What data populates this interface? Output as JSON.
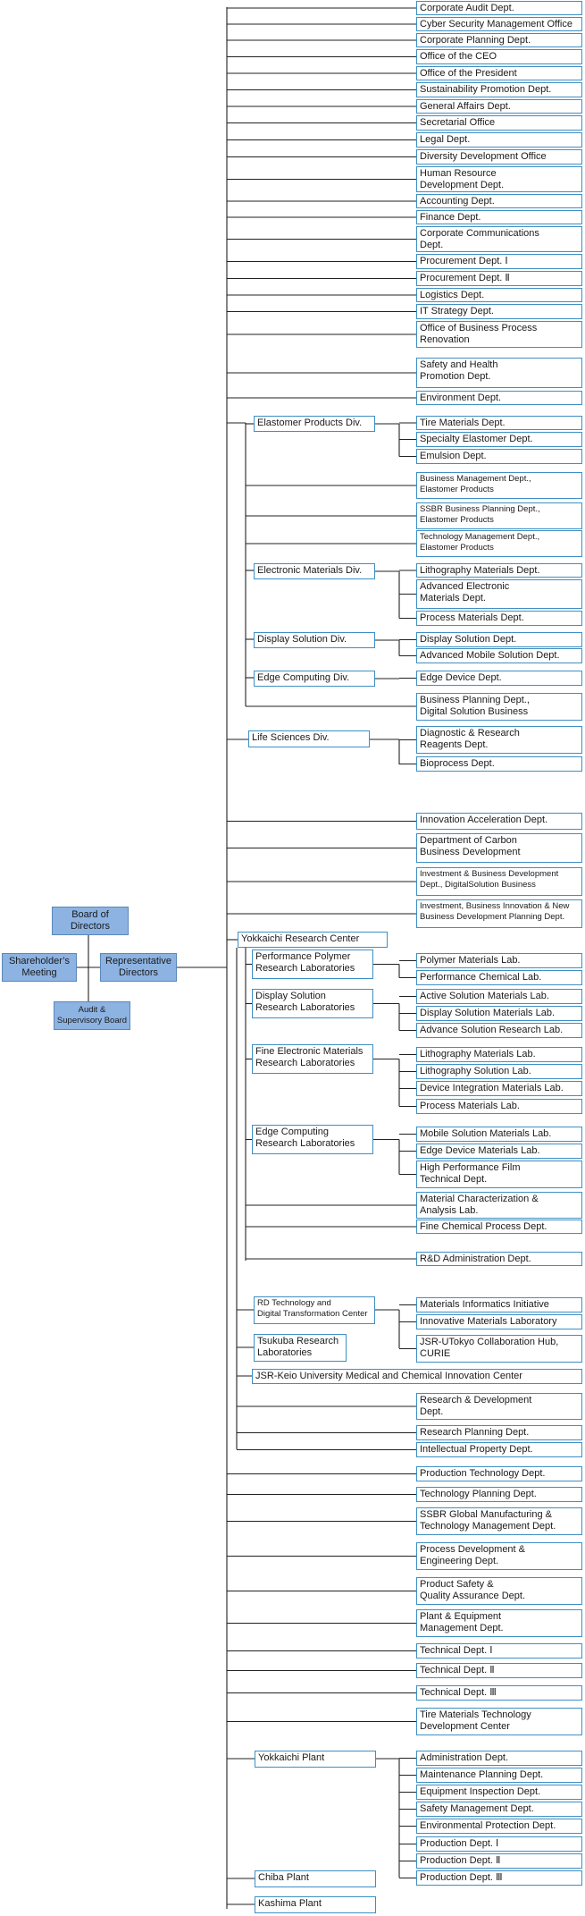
{
  "top_level": {
    "shareholders": "Shareholder’s\nMeeting",
    "board": "Board of\nDirectors",
    "representative": "Representative\nDirectors",
    "audit": "Audit &\nSupervisory Board"
  },
  "corporate": [
    "Corporate Audit Dept.",
    "Cyber Security Management Office",
    "Corporate Planning Dept.",
    "Office of the CEO",
    "Office of the President",
    "Sustainability Promotion Dept.",
    "General Affairs Dept.",
    "Secretarial Office",
    "Legal Dept.",
    "Diversity Development Office",
    "Human Resource\nDevelopment Dept.",
    "Accounting Dept.",
    "Finance Dept.",
    "Corporate Communications\nDept.",
    "Procurement Dept. Ⅰ",
    "Procurement Dept. Ⅱ",
    "Logistics Dept.",
    "IT Strategy Dept.",
    "Office of Business Process\nRenovation",
    "Safety and Health\nPromotion Dept.",
    "Environment Dept."
  ],
  "business": {
    "elastomer": {
      "name": "Elastomer Products Div.",
      "depts": [
        "Tire Materials Dept.",
        "Specialty Elastomer Dept.",
        "Emulsion Dept."
      ],
      "mgmt": [
        "Business Management Dept.,\nElastomer Products",
        "SSBR Business Planning Dept.,\nElastomer Products",
        "Technology Management Dept.,\nElastomer Products"
      ]
    },
    "electronic": {
      "name": "Electronic Materials Div.",
      "depts": [
        "Lithography Materials Dept.",
        "Advanced Electronic\nMaterials Dept.",
        "Process Materials Dept."
      ]
    },
    "display": {
      "name": "Display Solution Div.",
      "depts": [
        "Display Solution Dept.",
        "Advanced Mobile Solution Dept."
      ]
    },
    "edge": {
      "name": "Edge Computing Div.",
      "depts": [
        "Edge Device Dept."
      ]
    },
    "digital_planning": "Business Planning Dept.,\nDigital Solution Business",
    "life": {
      "name": "Life Sciences Div.",
      "depts": [
        "Diagnostic & Research\nReagents Dept.",
        "Bioprocess Dept."
      ]
    }
  },
  "innovation": [
    "Innovation Acceleration Dept.",
    "Department of Carbon\nBusiness Development",
    "Investment & Business Development\nDept., DigitalSolution Business",
    "Investment, Business Innovation & New\nBusiness Development Planning Dept."
  ],
  "research": {
    "center": "Yokkaichi Research Center",
    "polymer": {
      "name": "Performance Polymer\nResearch Laboratories",
      "labs": [
        "Polymer Materials Lab.",
        "Performance Chemical Lab."
      ]
    },
    "display": {
      "name": "Display Solution\nResearch Laboratories",
      "labs": [
        "Active Solution Materials Lab.",
        "Display Solution Materials Lab.",
        "Advance Solution Research Lab."
      ]
    },
    "fine": {
      "name": "Fine Electronic Materials\nResearch Laboratories",
      "labs": [
        "Lithography Materials Lab.",
        "Lithography Solution Lab.",
        "Device Integration Materials Lab.",
        "Process Materials Lab."
      ]
    },
    "edge": {
      "name": "Edge Computing\nResearch Laboratories",
      "labs": [
        "Mobile Solution Materials Lab.",
        "Edge Device Materials Lab.",
        "High Performance Film\nTechnical Dept."
      ]
    },
    "center_depts": [
      "Material Characterization &\nAnalysis Lab.",
      "Fine Chemical Process Dept.",
      "R&D Administration Dept."
    ],
    "rdtech": {
      "name": "RD Technology and\nDigital Transformation Center",
      "units": [
        "Materials Informatics Initiative",
        "Innovative Materials Laboratory",
        "JSR-UTokyo Collaboration Hub,\nCURIE"
      ]
    },
    "tsukuba": "Tsukuba Research\nLaboratories",
    "keio": "JSR-Keio University Medical and Chemical Innovation Center",
    "other": [
      "Research & Development\nDept.",
      "Research Planning Dept.",
      "Intellectual Property Dept."
    ]
  },
  "production": [
    "Production Technology Dept.",
    "Technology Planning Dept.",
    "SSBR Global Manufacturing &\nTechnology Management Dept.",
    "Process Development &\nEngineering Dept.",
    "Product Safety &\nQuality Assurance Dept.",
    "Plant & Equipment\nManagement Dept.",
    "Technical Dept. Ⅰ",
    "Technical Dept. Ⅱ",
    "Technical Dept. Ⅲ",
    "Tire Materials Technology\nDevelopment Center"
  ],
  "plants": {
    "yokkaichi": "Yokkaichi Plant",
    "yokkaichi_depts": [
      "Administration Dept.",
      "Maintenance Planning Dept.",
      "Equipment Inspection Dept.",
      "Safety Management Dept.",
      "Environmental Protection Dept.",
      "Production Dept. Ⅰ",
      "Production Dept. Ⅱ",
      "Production Dept. Ⅲ"
    ],
    "chiba": "Chiba Plant",
    "kashima": "Kashima Plant"
  }
}
